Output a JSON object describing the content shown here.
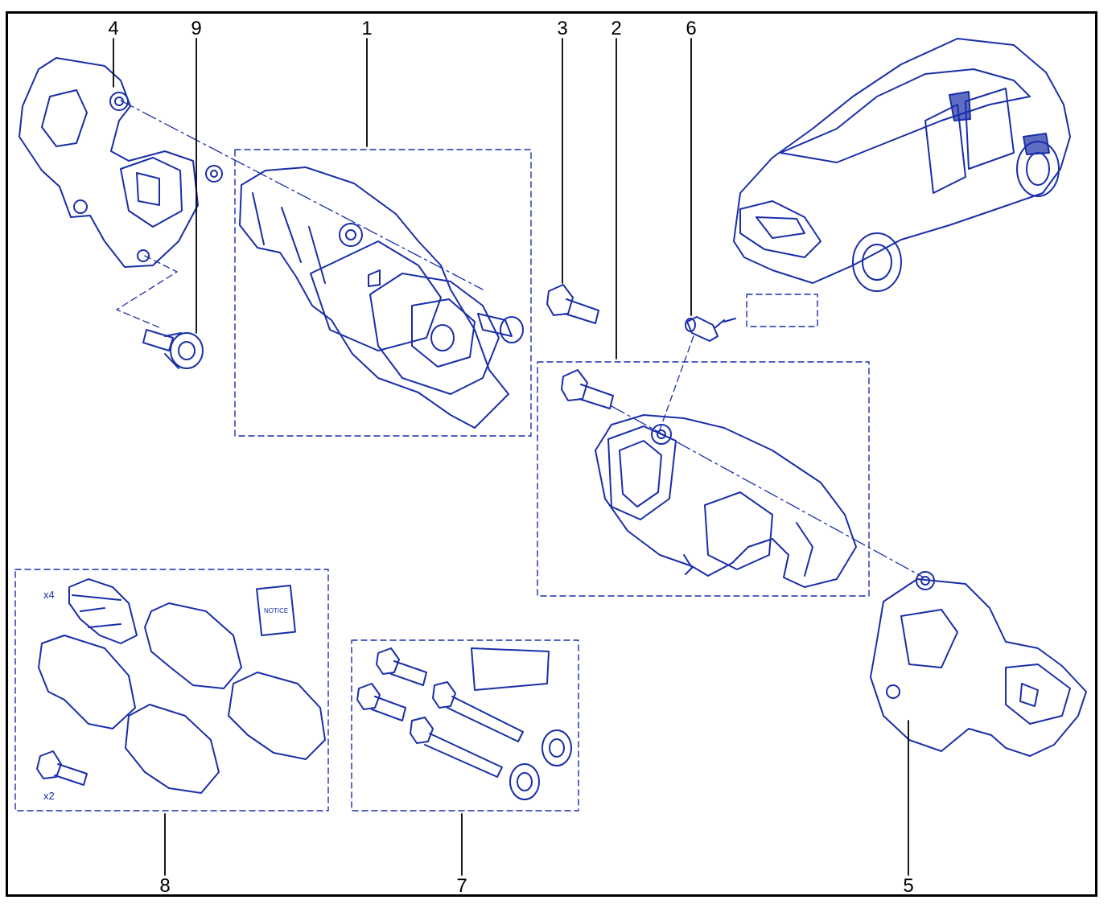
{
  "diagram": {
    "callouts": [
      "1",
      "2",
      "3",
      "4",
      "5",
      "6",
      "7",
      "8",
      "9"
    ],
    "kit_labels": {
      "clips_qty": "x4",
      "bolts_qty": "x2",
      "notice": "NOTICE"
    },
    "colors": {
      "line": "#1a2ea8",
      "callout_line": "#000000",
      "frame": "#000000",
      "background": "#ffffff"
    }
  }
}
